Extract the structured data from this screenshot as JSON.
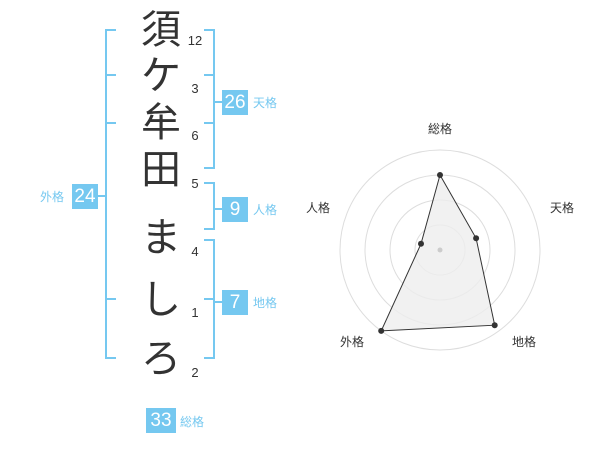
{
  "theme": {
    "accent": "#75c8f0",
    "text": "#333333"
  },
  "name": {
    "characters": [
      "須",
      "ケ",
      "牟",
      "田",
      "ま",
      "し",
      "ろ"
    ],
    "strokes": [
      "12",
      "3",
      "6",
      "5",
      "4",
      "1",
      "2"
    ]
  },
  "kakusu": {
    "tenkaku": {
      "value": "26",
      "label": "天格"
    },
    "jinkaku": {
      "value": "9",
      "label": "人格"
    },
    "chikaku": {
      "value": "7",
      "label": "地格"
    },
    "gaikaku": {
      "value": "24",
      "label": "外格"
    },
    "soukaku": {
      "value": "33",
      "label": "総格"
    }
  },
  "chart_data": {
    "type": "radar",
    "axes": [
      "総格",
      "天格",
      "地格",
      "外格",
      "人格"
    ],
    "values": [
      0.75,
      0.38,
      0.93,
      1.0,
      0.2
    ],
    "rings": 4,
    "series_color": "#333333",
    "fill_color": "#eeeeee"
  }
}
